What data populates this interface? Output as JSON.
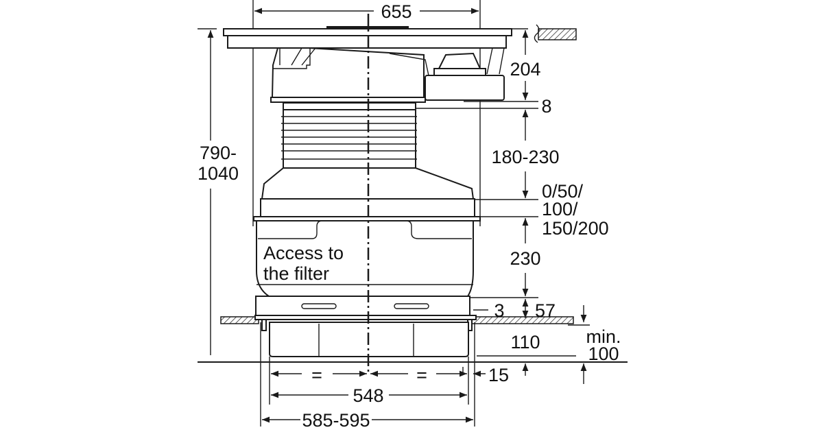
{
  "title": "Installation dimensions drawing",
  "dimensions": {
    "width_top": "655",
    "height_total_1": "790-",
    "height_total_2": "1040",
    "top_module": "204",
    "gap": "8",
    "bellows": "180-230",
    "spacer_1": "0/50/",
    "spacer_2": "100/",
    "spacer_3": "150/200",
    "filter": "230",
    "worktop_offset": "3",
    "base": "57",
    "plinth": "110",
    "min_1": "min.",
    "min_2": "100",
    "side_gap": "15",
    "equal_left": "=",
    "equal_right": "=",
    "inner_width": "548",
    "cutout_width": "585-595"
  },
  "labels": {
    "access_1": "Access to",
    "access_2": "the filter"
  },
  "colors": {
    "line": "#1a1a1a",
    "background": "#ffffff"
  }
}
